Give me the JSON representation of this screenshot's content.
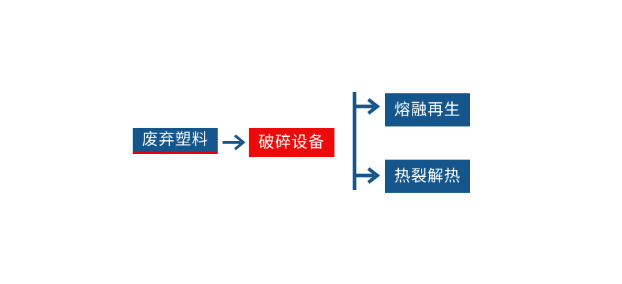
{
  "diagram": {
    "title": "",
    "colors": {
      "navy": "#14558c",
      "red": "#ec0a0a",
      "accent_rule": "#e8000b",
      "arrow": "#14558c",
      "background": "#ffffff",
      "label_text": "#ffffff"
    },
    "source": {
      "label": "废弃塑料",
      "shape": "rectangle",
      "fill": "#14558c",
      "bottom_rule_color": "#e8000b"
    },
    "process": {
      "label": "破碎设备",
      "shape": "rectangle",
      "fill": "#ec0a0a"
    },
    "outcomes": [
      {
        "label": "熔融再生",
        "shape": "rectangle",
        "fill": "#14558c"
      },
      {
        "label": "热裂解热",
        "shape": "rectangle",
        "fill": "#14558c"
      }
    ],
    "connectors": [
      {
        "name": "source-to-process",
        "type": "straight-arrow",
        "direction": "right",
        "color": "#14558c"
      },
      {
        "name": "process-to-outcomes",
        "type": "split-bracket-arrows",
        "direction": "right",
        "branches": 2,
        "color": "#14558c"
      }
    ]
  }
}
